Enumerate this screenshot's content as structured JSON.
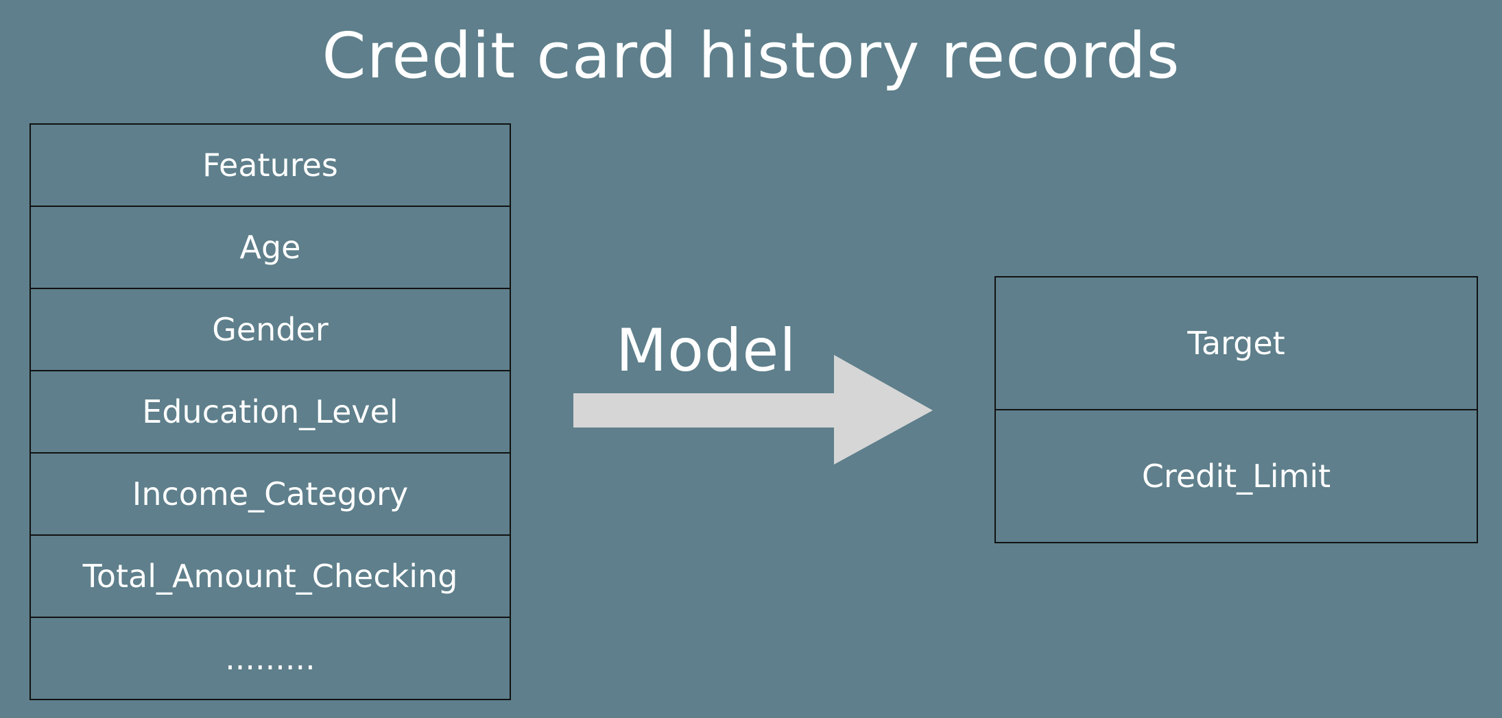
{
  "title": "Credit card history records",
  "features_table": {
    "rows": [
      "Features",
      "Age",
      "Gender",
      "Education_Level",
      "Income_Category",
      "Total_Amount_Checking",
      "........."
    ]
  },
  "arrow": {
    "label": "Model",
    "color": "#d6d6d6"
  },
  "target_table": {
    "rows": [
      "Target",
      "Credit_Limit"
    ]
  },
  "colors": {
    "background": "#5e7f8b",
    "text": "#ffffff",
    "border": "#111111"
  }
}
